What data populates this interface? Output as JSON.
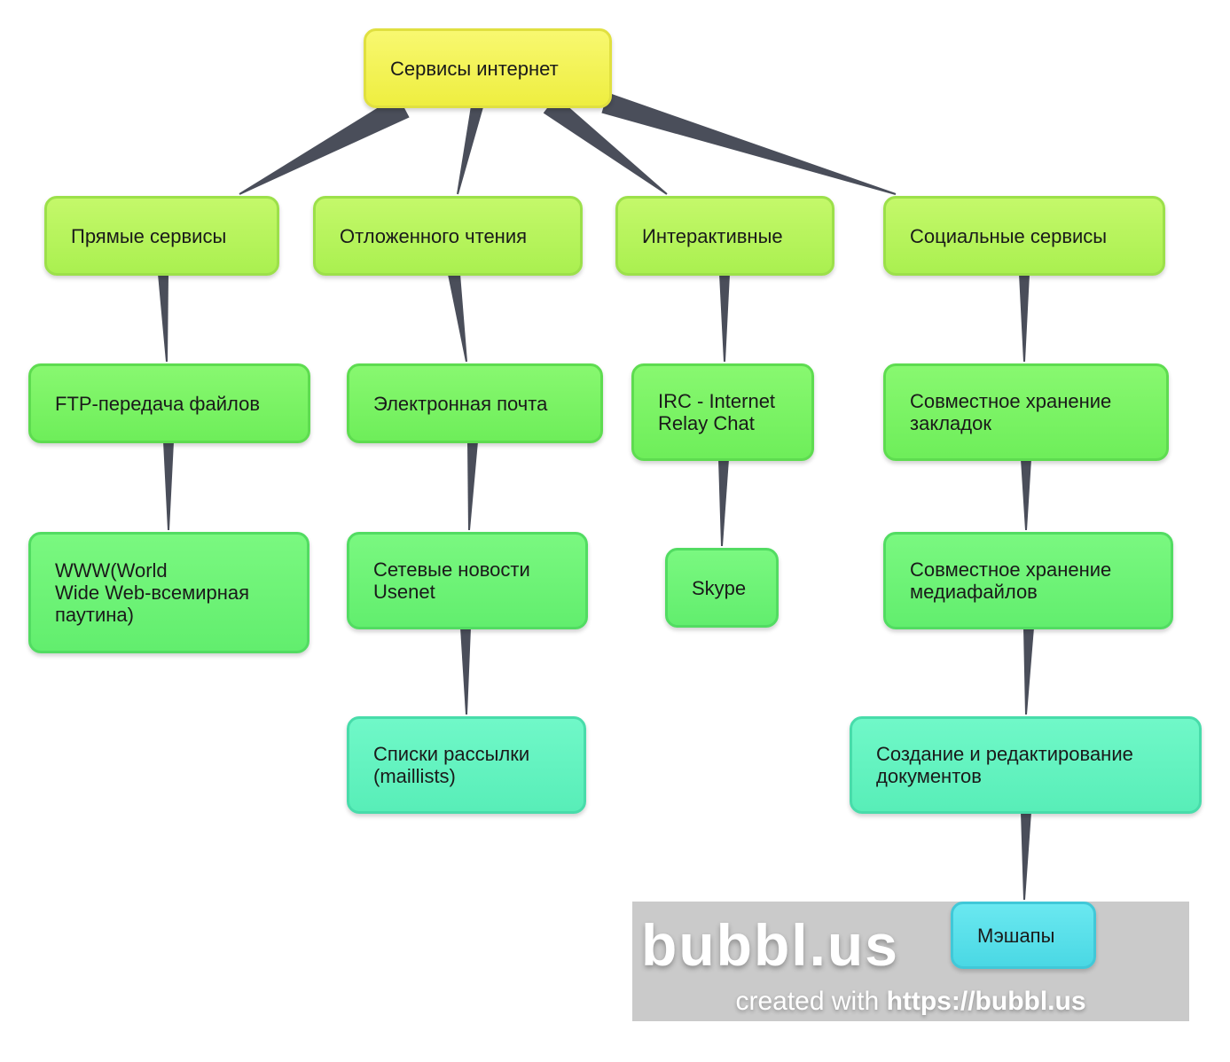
{
  "nodes": {
    "root": "Сервисы интернет",
    "direct": "Прямые сервисы",
    "deferred": "Отложенного чтения",
    "interactive": "Интерактивные",
    "social": "Социальные сервисы",
    "ftp": "FTP-передача файлов",
    "email": "Электронная почта",
    "irc": "IRC - Internet\nRelay Chat",
    "bookmarks": "Совместное хранение\nзакладок",
    "www": "WWW(World\nWide Web-всемирная\nпаутина)",
    "usenet": "Сетевые новости\nUsenet",
    "skype": "Skype",
    "media": "Совместное хранение\nмедиафайлов",
    "maillists": "Списки рассылки\n(maillists)",
    "docs": "Создание и редактирование\nдокументов",
    "mashups": "Мэшапы"
  },
  "watermark": {
    "logo": "bubbl.us",
    "created_with": "created with",
    "url": "https://bubbl.us"
  },
  "colors": {
    "connector": "#4a4e5a",
    "root": "#f5f55a",
    "level1": "#b6f55a",
    "level2": "#7ef56a",
    "leaf": "#5ef0c0",
    "mashups": "#5ce0ea"
  }
}
